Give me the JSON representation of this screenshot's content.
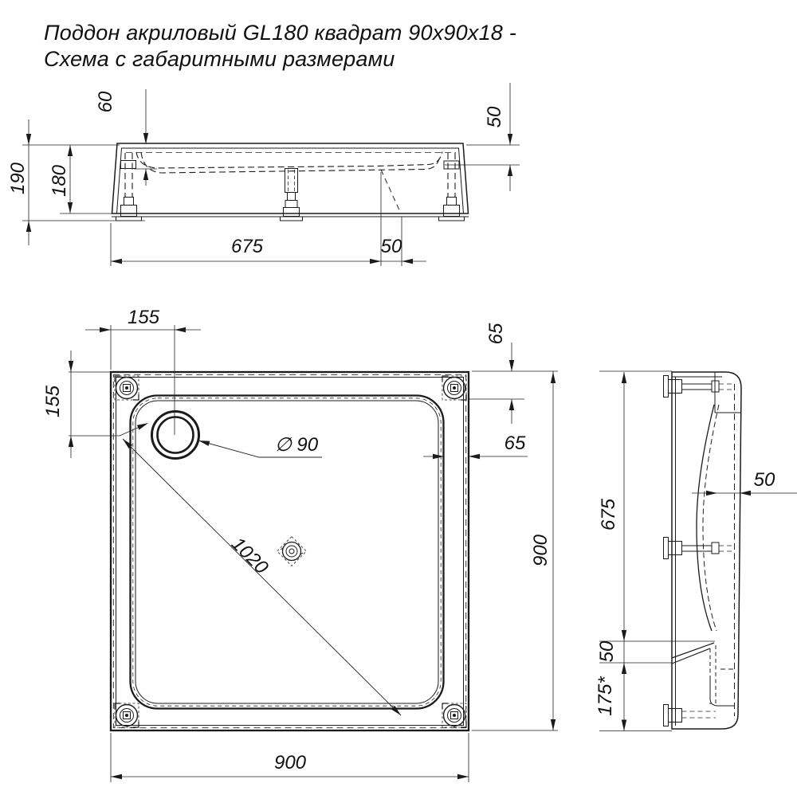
{
  "title": {
    "line1": "Поддон акриловый  GL180 квадрат 90x90x18 -",
    "line2": "Схема с габаритными размерами"
  },
  "front": {
    "depth_left": "60",
    "depth_right": "50",
    "height_overall": "190",
    "height_body": "180",
    "span_to_drain": "675",
    "drain_offset": "50"
  },
  "plan": {
    "drain_from_left": "155",
    "drain_from_top": "155",
    "foot_offset": "65",
    "wall_offset": "65",
    "drain_diameter": "∅ 90",
    "diagonal": "1020",
    "width": "900",
    "depth": "900"
  },
  "side": {
    "foot_span": "675",
    "drain_span": "50",
    "wall_gap": "50",
    "edge_offset": "175*"
  }
}
